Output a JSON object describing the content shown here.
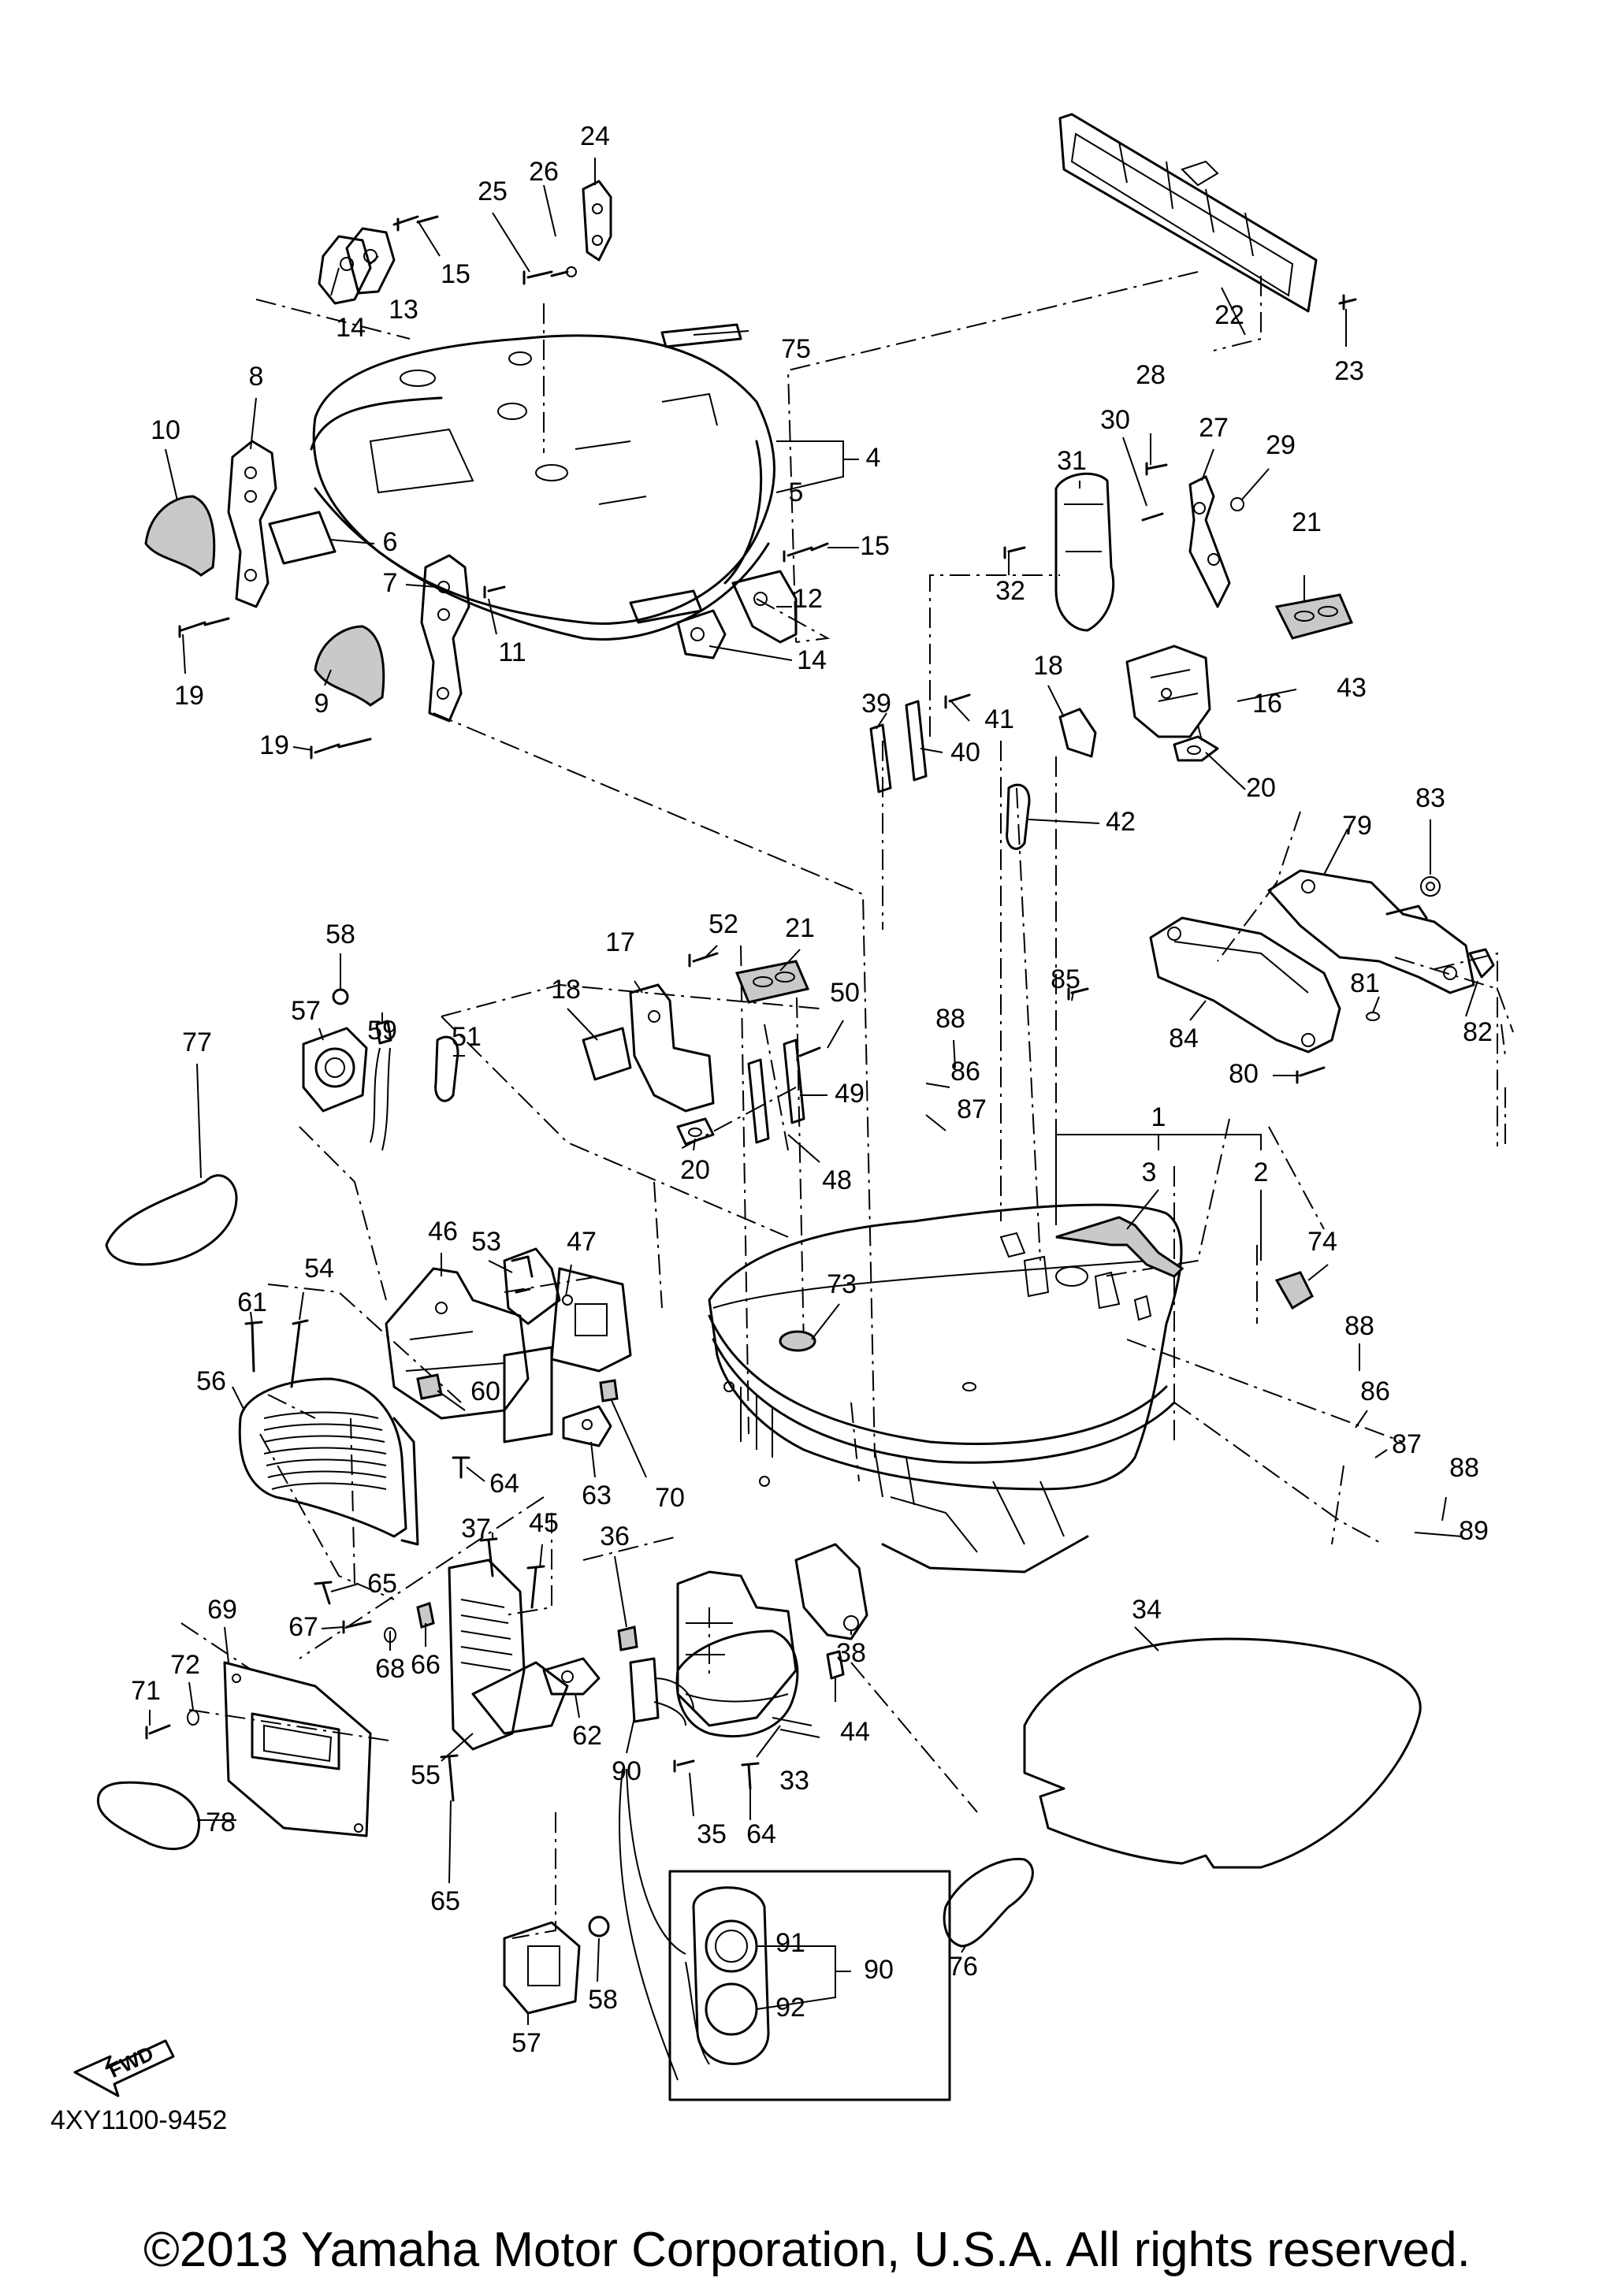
{
  "diagram_code": "4XY1100-9452",
  "copyright": "©2013 Yamaha Motor Corporation, U.S.A. All rights reserved.",
  "fwd_label": "FWD",
  "callouts": [
    {
      "id": "c24",
      "text": "24"
    },
    {
      "id": "c25",
      "text": "25"
    },
    {
      "id": "c26",
      "text": "26"
    },
    {
      "id": "c15a",
      "text": "15"
    },
    {
      "id": "c13",
      "text": "13"
    },
    {
      "id": "c14a",
      "text": "14"
    },
    {
      "id": "c75",
      "text": "75"
    },
    {
      "id": "c4",
      "text": "4"
    },
    {
      "id": "c5",
      "text": "5"
    },
    {
      "id": "c8",
      "text": "8"
    },
    {
      "id": "c10",
      "text": "10"
    },
    {
      "id": "c6",
      "text": "6"
    },
    {
      "id": "c7",
      "text": "7"
    },
    {
      "id": "c11",
      "text": "11"
    },
    {
      "id": "c9",
      "text": "9"
    },
    {
      "id": "c19a",
      "text": "19"
    },
    {
      "id": "c19b",
      "text": "19"
    },
    {
      "id": "c15b",
      "text": "15"
    },
    {
      "id": "c12",
      "text": "12"
    },
    {
      "id": "c14b",
      "text": "14"
    },
    {
      "id": "c22",
      "text": "22"
    },
    {
      "id": "c23",
      "text": "23"
    },
    {
      "id": "c28",
      "text": "28"
    },
    {
      "id": "c30",
      "text": "30"
    },
    {
      "id": "c27",
      "text": "27"
    },
    {
      "id": "c29",
      "text": "29"
    },
    {
      "id": "c31",
      "text": "31"
    },
    {
      "id": "c21a",
      "text": "21"
    },
    {
      "id": "c32",
      "text": "32"
    },
    {
      "id": "c18a",
      "text": "18"
    },
    {
      "id": "c43",
      "text": "43"
    },
    {
      "id": "c16",
      "text": "16"
    },
    {
      "id": "c39",
      "text": "39"
    },
    {
      "id": "c41",
      "text": "41"
    },
    {
      "id": "c40",
      "text": "40"
    },
    {
      "id": "c20a",
      "text": "20"
    },
    {
      "id": "c42",
      "text": "42"
    },
    {
      "id": "c79",
      "text": "79"
    },
    {
      "id": "c83",
      "text": "83"
    },
    {
      "id": "c58a",
      "text": "58"
    },
    {
      "id": "c21b",
      "text": "21"
    },
    {
      "id": "c52",
      "text": "52"
    },
    {
      "id": "c17",
      "text": "17"
    },
    {
      "id": "c50",
      "text": "50"
    },
    {
      "id": "c57a",
      "text": "57"
    },
    {
      "id": "c59",
      "text": "59"
    },
    {
      "id": "c77",
      "text": "77"
    },
    {
      "id": "c18b",
      "text": "18"
    },
    {
      "id": "c51",
      "text": "51"
    },
    {
      "id": "c88a",
      "text": "88"
    },
    {
      "id": "c86a",
      "text": "86"
    },
    {
      "id": "c87a",
      "text": "87"
    },
    {
      "id": "c85",
      "text": "85"
    },
    {
      "id": "c84",
      "text": "84"
    },
    {
      "id": "c81",
      "text": "81"
    },
    {
      "id": "c82",
      "text": "82"
    },
    {
      "id": "c80",
      "text": "80"
    },
    {
      "id": "c49",
      "text": "49"
    },
    {
      "id": "c20b",
      "text": "20"
    },
    {
      "id": "c48",
      "text": "48"
    },
    {
      "id": "c1",
      "text": "1"
    },
    {
      "id": "c3",
      "text": "3"
    },
    {
      "id": "c2",
      "text": "2"
    },
    {
      "id": "c46",
      "text": "46"
    },
    {
      "id": "c53",
      "text": "53"
    },
    {
      "id": "c47",
      "text": "47"
    },
    {
      "id": "c54",
      "text": "54"
    },
    {
      "id": "c61",
      "text": "61"
    },
    {
      "id": "c73",
      "text": "73"
    },
    {
      "id": "c74",
      "text": "74"
    },
    {
      "id": "c88b",
      "text": "88"
    },
    {
      "id": "c86b",
      "text": "86"
    },
    {
      "id": "c87b",
      "text": "87"
    },
    {
      "id": "c88c",
      "text": "88"
    },
    {
      "id": "c89",
      "text": "89"
    },
    {
      "id": "c56",
      "text": "56"
    },
    {
      "id": "c60",
      "text": "60"
    },
    {
      "id": "c64a",
      "text": "64"
    },
    {
      "id": "c63",
      "text": "63"
    },
    {
      "id": "c70",
      "text": "70"
    },
    {
      "id": "c65a",
      "text": "65"
    },
    {
      "id": "c37",
      "text": "37"
    },
    {
      "id": "c45",
      "text": "45"
    },
    {
      "id": "c36",
      "text": "36"
    },
    {
      "id": "c34",
      "text": "34"
    },
    {
      "id": "c69",
      "text": "69"
    },
    {
      "id": "c67",
      "text": "67"
    },
    {
      "id": "c72",
      "text": "72"
    },
    {
      "id": "c68",
      "text": "68"
    },
    {
      "id": "c66",
      "text": "66"
    },
    {
      "id": "c38",
      "text": "38"
    },
    {
      "id": "c71",
      "text": "71"
    },
    {
      "id": "c62",
      "text": "62"
    },
    {
      "id": "c44",
      "text": "44"
    },
    {
      "id": "c55",
      "text": "55"
    },
    {
      "id": "c90a",
      "text": "90"
    },
    {
      "id": "c33",
      "text": "33"
    },
    {
      "id": "c78",
      "text": "78"
    },
    {
      "id": "c35",
      "text": "35"
    },
    {
      "id": "c64b",
      "text": "64"
    },
    {
      "id": "c65b",
      "text": "65"
    },
    {
      "id": "c91",
      "text": "91"
    },
    {
      "id": "c90b",
      "text": "90"
    },
    {
      "id": "c92",
      "text": "92"
    },
    {
      "id": "c76",
      "text": "76"
    },
    {
      "id": "c57b",
      "text": "57"
    },
    {
      "id": "c58b",
      "text": "58"
    }
  ]
}
